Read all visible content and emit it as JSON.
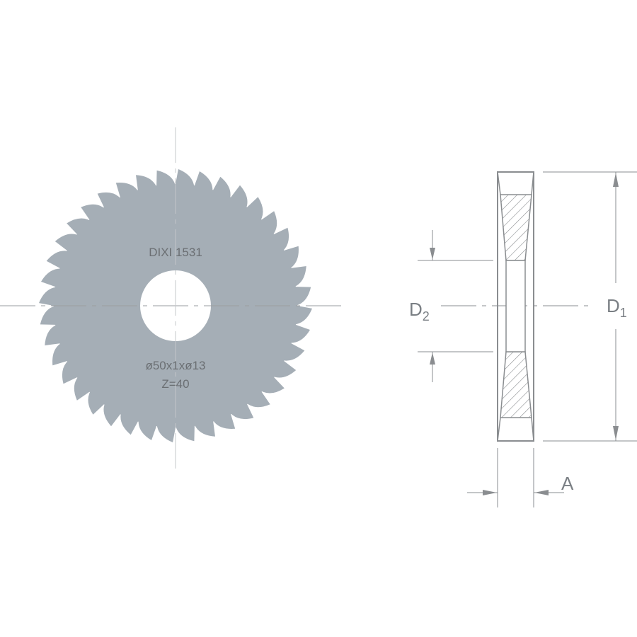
{
  "blade": {
    "brand_label": "DIXI 1531",
    "size_label": "ø50x1xø13",
    "teeth_label": "Z=40",
    "teeth_count": 40,
    "color": "#a5aeb6"
  },
  "side_view": {
    "d1_label": "D",
    "d1_sub": "1",
    "d2_label": "D",
    "d2_sub": "2",
    "a_label": "A",
    "line_color": "#8a8d90"
  }
}
